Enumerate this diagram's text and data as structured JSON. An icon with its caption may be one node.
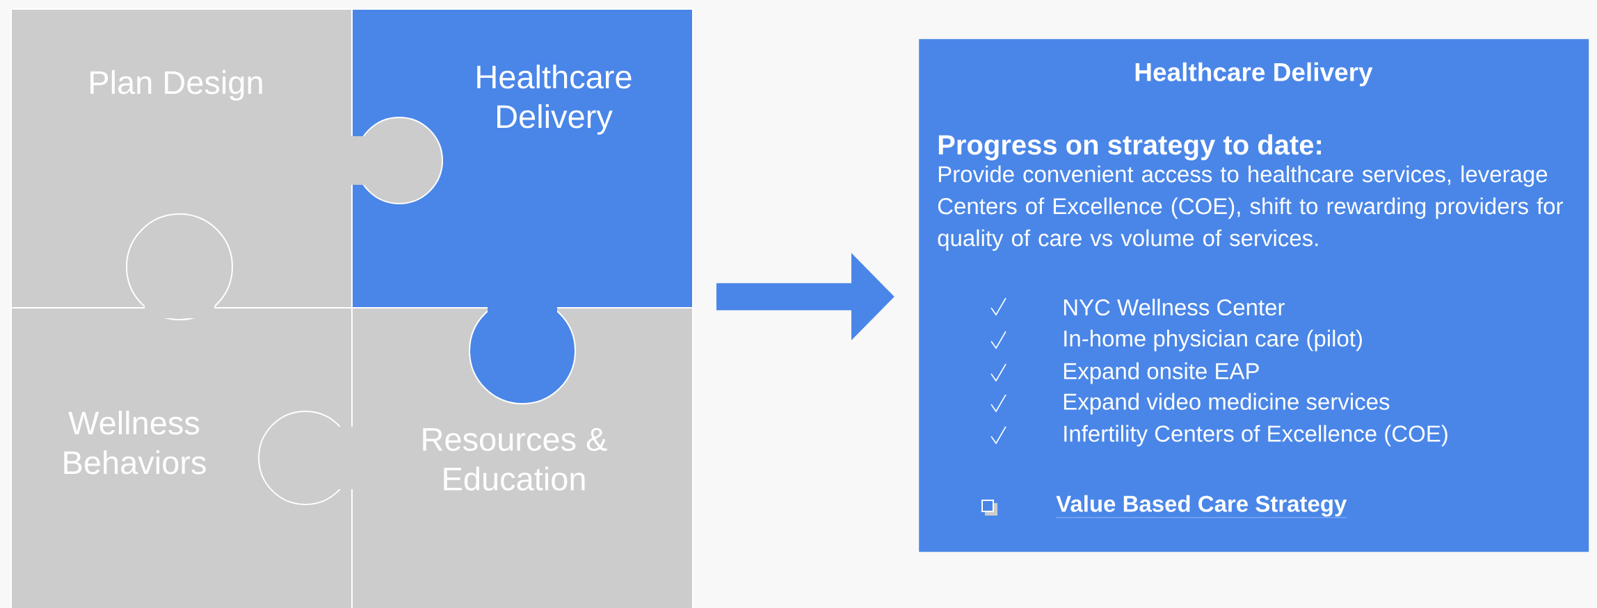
{
  "diagram": {
    "nodes": [
      {
        "text": [
          "Plan Design"
        ]
      },
      {
        "text": [
          "Healthcare Delivery"
        ]
      },
      {
        "text": [
          "Wellness Behaviors"
        ]
      },
      {
        "text": [
          "Resources & Education"
        ]
      },
      {
        "text": [
          "Healthcare Delivery",
          "Progress on strategy to date:",
          "Provide convenient access to healthcare services, leverage Centers of Excellence (COE), shift to rewarding providers for quality of care vs volume of services.",
          "NYC Wellness Center",
          "In-home physician care (pilot)",
          "Expand onsite EAP",
          "Expand video medicine services",
          "Infertility Centers of Excellence (COE)",
          "Value Based Care Strategy"
        ]
      }
    ],
    "edges": [
      {
        "from": 1,
        "to": 4,
        "arrow": "to"
      }
    ]
  }
}
